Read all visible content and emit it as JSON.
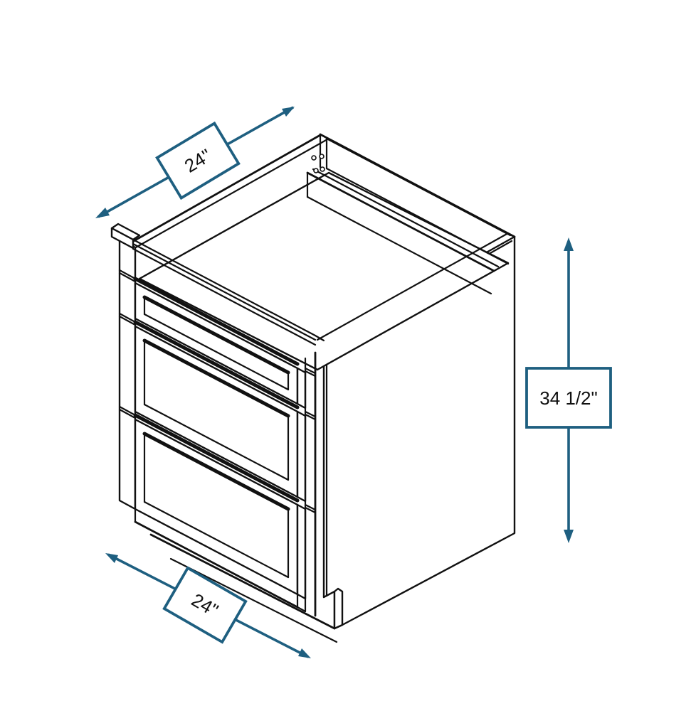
{
  "diagram": {
    "subject": "three-drawer-base-cabinet-isometric-drawing",
    "dimensions": {
      "depth_top": {
        "label": "24\""
      },
      "height_right": {
        "label": "34 1/2\""
      },
      "width_bottom": {
        "label": "24\""
      }
    },
    "colors": {
      "dimension_accent": "#1e5f80",
      "line_art": "#111111",
      "background": "#ffffff",
      "label_text": "#111111"
    }
  }
}
